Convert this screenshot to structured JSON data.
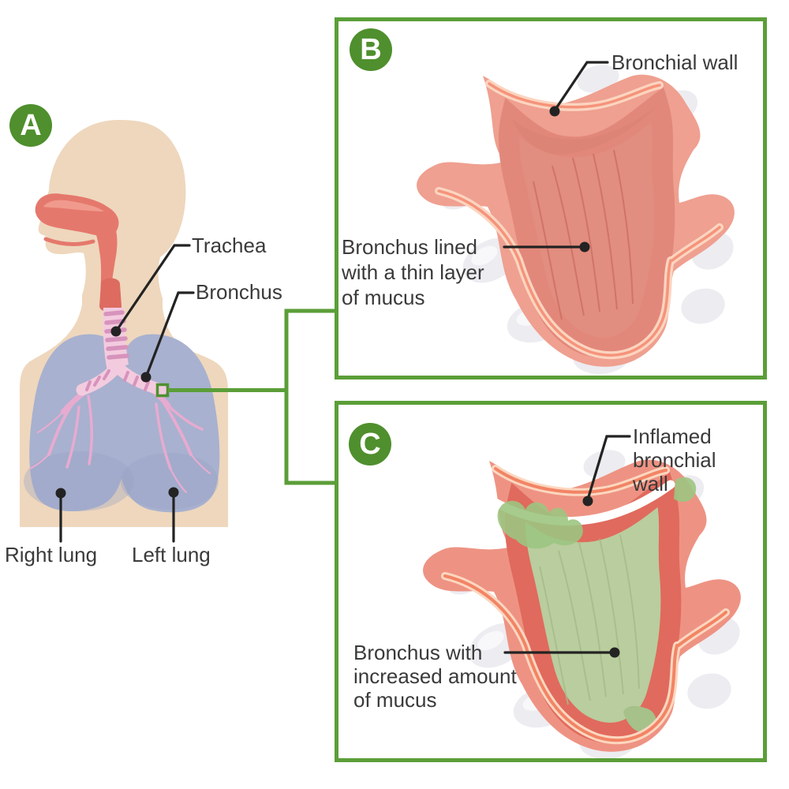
{
  "figure": {
    "panel_a": {
      "badge": "A",
      "labels": {
        "trachea": "Trachea",
        "bronchus": "Bronchus",
        "right_lung": "Right lung",
        "left_lung": "Left lung"
      }
    },
    "panel_b": {
      "badge": "B",
      "labels": {
        "bronchial_wall": "Bronchial wall",
        "mucus": {
          "line1": "Bronchus lined",
          "line2": "with a thin layer",
          "line3": "of mucus"
        }
      }
    },
    "panel_c": {
      "badge": "C",
      "labels": {
        "inflamed": {
          "line1": "Inflamed",
          "line2": "bronchial",
          "line3": "wall"
        },
        "mucus": {
          "line1": "Bronchus with",
          "line2": "increased amount",
          "line3": "of mucus"
        }
      }
    },
    "colors": {
      "badge_green": "#4f8f2d",
      "border_green": "#5b9e38",
      "marker_green": "#4f9130",
      "label_text": "#3a3a3a",
      "leader_line": "#232323",
      "skin": "#eed7bd",
      "lung_blue": "#a8b1cf",
      "bronchial_tree_pink": "#e7abd0",
      "airway_red": "#e5786c",
      "trachea_pink": "#f3cbdf",
      "trachea_stripe": "#d793bc",
      "bronchus_wall_salmon": "#efa090",
      "bronchus_cut_face": "#e2887b",
      "bronchus_lumen": "#e18d7f",
      "mucus_lining_light": "#fbd5c0",
      "mucus_lining_bright": "#f6937b",
      "cartilage_gray": "#edecf1",
      "mucus_green": "#b9cd9e",
      "mucus_green_bright": "#9cc581"
    }
  }
}
